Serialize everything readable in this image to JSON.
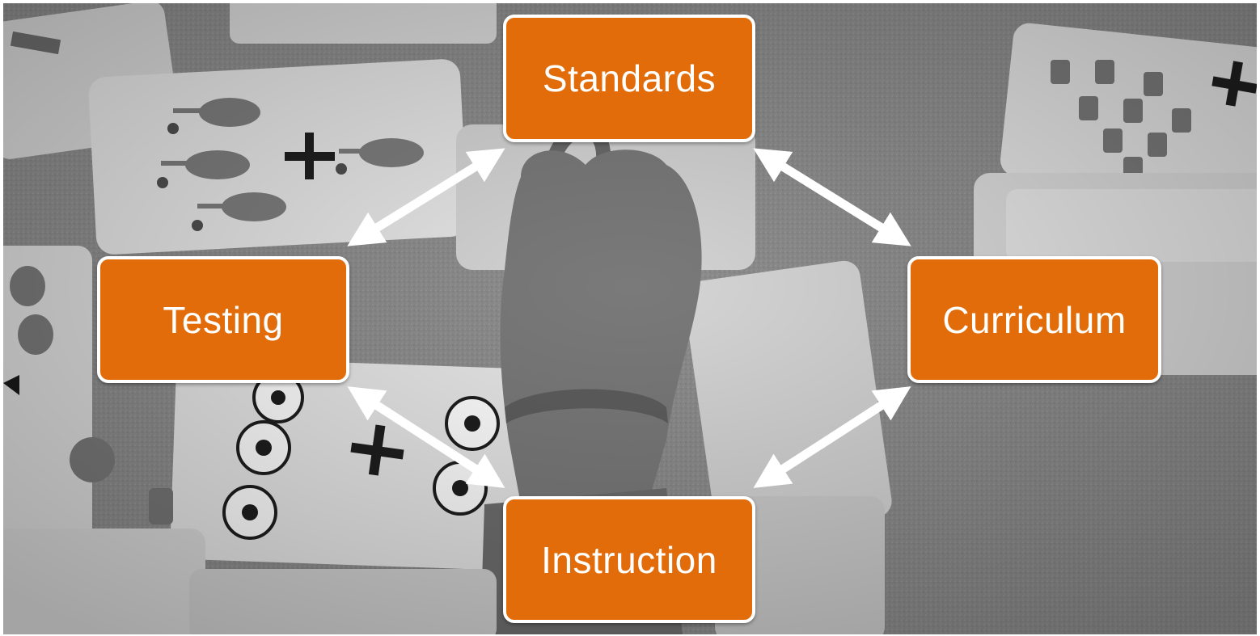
{
  "diagram": {
    "nodes": {
      "standards": "Standards",
      "testing": "Testing",
      "curriculum": "Curriculum",
      "instruction": "Instruction"
    },
    "edges": [
      {
        "from": "standards",
        "to": "testing",
        "style": "double-arrow"
      },
      {
        "from": "standards",
        "to": "curriculum",
        "style": "double-arrow"
      },
      {
        "from": "curriculum",
        "to": "instruction",
        "style": "double-arrow"
      },
      {
        "from": "instruction",
        "to": "testing",
        "style": "double-arrow"
      }
    ]
  },
  "colors": {
    "node_fill": "#e36c0a",
    "node_border": "#ffffff",
    "node_text": "#ffffff",
    "arrow": "#ffffff",
    "background_tone": "#8f8f8f"
  },
  "background": {
    "type": "grayscale-photo",
    "icons": [
      "helicopter-icon",
      "soccer-ball-icon",
      "plus-icon",
      "water-bottle-icon",
      "hand-silhouette"
    ]
  }
}
